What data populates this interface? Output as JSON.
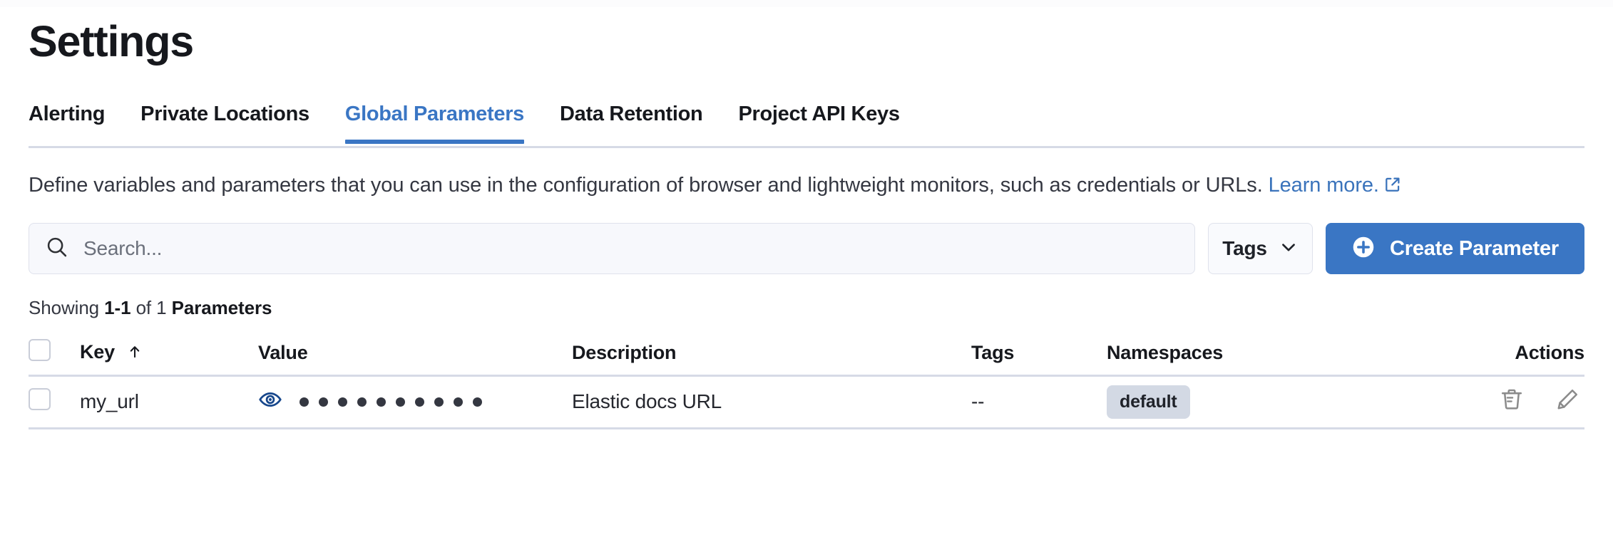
{
  "page": {
    "title": "Settings"
  },
  "tabs": [
    {
      "label": "Alerting",
      "active": false
    },
    {
      "label": "Private Locations",
      "active": false
    },
    {
      "label": "Global Parameters",
      "active": true
    },
    {
      "label": "Data Retention",
      "active": false
    },
    {
      "label": "Project API Keys",
      "active": false
    }
  ],
  "description": {
    "text": "Define variables and parameters that you can use in the configuration of browser and lightweight monitors, such as credentials or URLs. ",
    "link_text": "Learn more.",
    "link_icon": "external-link-icon"
  },
  "controls": {
    "search": {
      "placeholder": "Search...",
      "value": "",
      "icon": "search-icon"
    },
    "tags_filter": {
      "label": "Tags",
      "icon": "chevron-down-icon"
    },
    "create_button": {
      "label": "Create Parameter",
      "icon": "plus-circle-icon",
      "color": "#3a76c4"
    }
  },
  "results_summary": {
    "prefix": "Showing ",
    "range": "1-1",
    "middle": " of 1 ",
    "entity": "Parameters"
  },
  "table": {
    "columns": [
      {
        "key": "checkbox",
        "label": ""
      },
      {
        "key": "key",
        "label": "Key",
        "sort": "asc",
        "sort_icon": "arrow-up-icon"
      },
      {
        "key": "value",
        "label": "Value"
      },
      {
        "key": "description",
        "label": "Description"
      },
      {
        "key": "tags",
        "label": "Tags"
      },
      {
        "key": "namespaces",
        "label": "Namespaces"
      },
      {
        "key": "actions",
        "label": "Actions"
      }
    ],
    "rows": [
      {
        "selected": false,
        "key": "my_url",
        "value_masked": true,
        "value_mask_dots": 10,
        "value_toggle_icon": "eye-icon",
        "description": "Elastic docs URL",
        "tags": "--",
        "namespaces": [
          "default"
        ],
        "actions": [
          "trash-icon",
          "pencil-icon"
        ]
      }
    ]
  },
  "colors": {
    "accent": "#3a76c4",
    "link": "#3a73bb",
    "border": "#d6dae6",
    "badge_bg": "#d3d9e4",
    "text": "#16181d"
  }
}
